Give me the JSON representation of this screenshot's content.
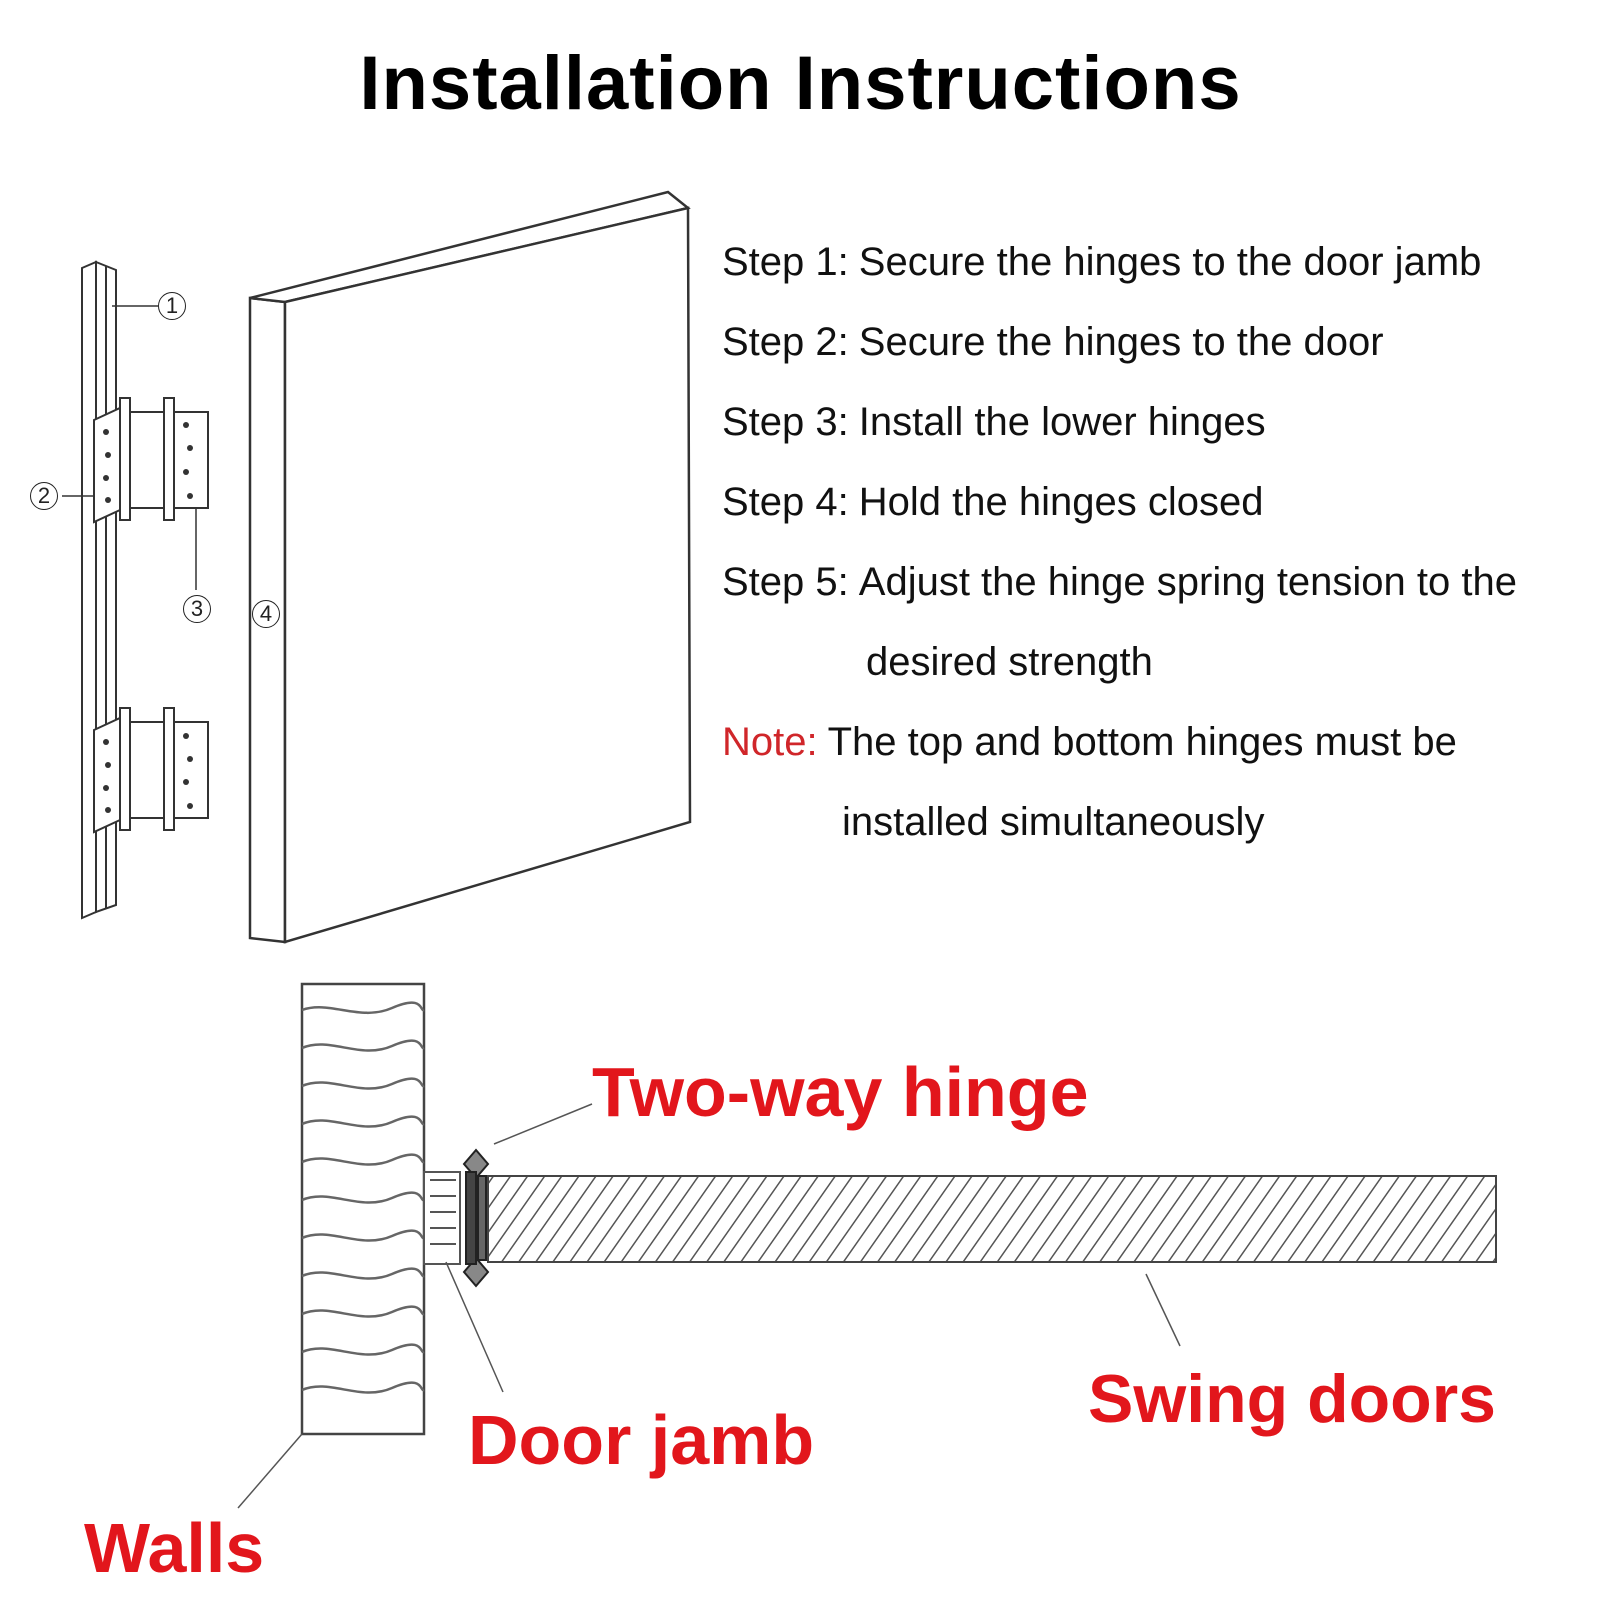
{
  "title": "Installation Instructions",
  "steps": [
    {
      "label": "Step 1:",
      "text": "Secure the hinges to the door jamb"
    },
    {
      "label": "Step 2:",
      "text": "Secure the hinges to the door"
    },
    {
      "label": "Step 3:",
      "text": "Install the lower hinges"
    },
    {
      "label": "Step 4:",
      "text": "Hold the hinges closed"
    },
    {
      "label": "Step 5:",
      "text": "Adjust the hinge spring tension to the",
      "continuation": "desired strength"
    }
  ],
  "note": {
    "label": "Note:",
    "text": "The top and bottom hinges must be",
    "continuation": "installed simultaneously"
  },
  "markers": [
    "1",
    "2",
    "3",
    "4"
  ],
  "labels": {
    "two_way_hinge": "Two-way hinge",
    "door_jamb": "Door jamb",
    "swing_doors": "Swing doors",
    "walls": "Walls"
  },
  "colors": {
    "accent_red": "#e2161c",
    "note_red": "#d0262a",
    "line": "#333333"
  }
}
